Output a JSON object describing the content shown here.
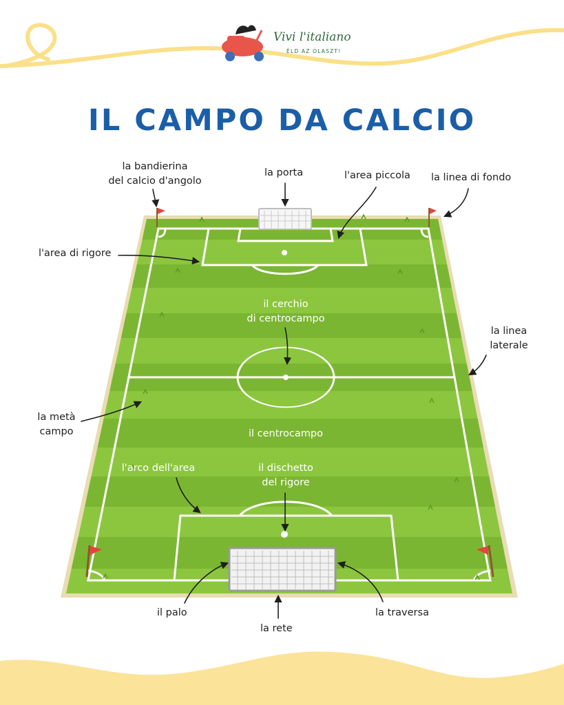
{
  "brand": {
    "name": "Vivi l'italiano",
    "tagline": "ÉLD AZ OLASZT!"
  },
  "title": "IL CAMPO DA CALCIO",
  "labels": {
    "corner_flag_1": "la bandierina",
    "corner_flag_2": "del calcio d'angolo",
    "goal": "la porta",
    "goal_area": "l'area piccola",
    "goal_line": "la linea di fondo",
    "penalty_area": "l'area di rigore",
    "center_circle_1": "il cerchio",
    "center_circle_2": "di centrocampo",
    "touchline_1": "la linea",
    "touchline_2": "laterale",
    "half_1": "la metà",
    "half_2": "campo",
    "midfield": "il centrocampo",
    "penalty_arc": "l'arco dell'area",
    "penalty_spot_1": "il dischetto",
    "penalty_spot_2": "del rigore",
    "post": "il palo",
    "net": "la rete",
    "crossbar": "la traversa"
  },
  "colors": {
    "title": "#1b5ea8",
    "grass_light": "#8cc63f",
    "grass_dark": "#76b22f",
    "accent_yellow": "#fbe08a",
    "flag_red": "#e2453c"
  }
}
